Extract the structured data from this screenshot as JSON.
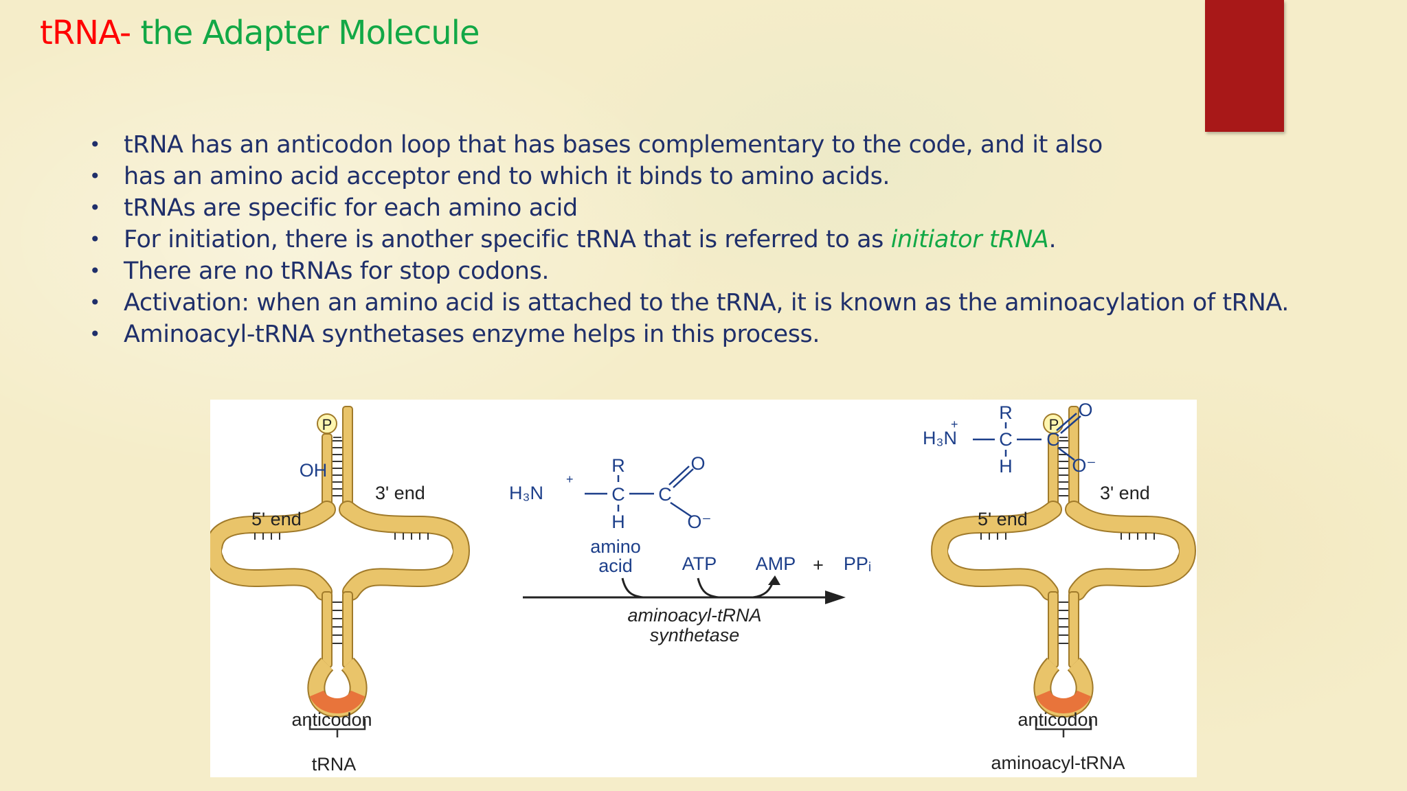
{
  "slide": {
    "title_part1": "tRNA-",
    "title_part2": " the Adapter Molecule",
    "bullet_glyph": "•",
    "bullets": [
      "tRNA has an anticodon loop that has bases complementary to  the code, and it also",
      " has an amino acid acceptor  end to which it binds to amino acids.",
      " tRNAs are specific for each amino acid",
      "For initiation, there is another specific tRNA that is referred to as ",
      "There are no tRNAs for stop codons.",
      "Activation: when an amino acid is attached to the tRNA, it is known as the aminoacylation of tRNA.",
      "Aminoacyl-tRNA synthetases enzyme helps in this process."
    ],
    "bullet4_highlight": "initiator tRNA",
    "bullet4_tail": ".",
    "colors": {
      "title_red": "#ff0000",
      "title_green": "#12a846",
      "text": "#1f2f6a",
      "tab": "#a81818"
    }
  },
  "figure": {
    "left": {
      "oh": "OH",
      "p": "P",
      "three_end": "3' end",
      "five_end": "5' end",
      "anticodon": "anticodon",
      "caption": "tRNA"
    },
    "middle": {
      "h3n": "H₃N",
      "plus": "+",
      "r": "R",
      "c": "C",
      "h": "H",
      "o": "O",
      "o_minus": "O⁻",
      "amino": "amino",
      "acid": "acid",
      "atp": "ATP",
      "amp": "AMP",
      "plus_sign": "+",
      "ppi": "PPᵢ",
      "enzyme_line1": "aminoacyl-tRNA",
      "enzyme_line2": "synthetase"
    },
    "right": {
      "h3n": "H₃N",
      "plus": "+",
      "r": "R",
      "c": "C",
      "h": "H",
      "o": "O",
      "o_minus": "O⁻",
      "p": "P",
      "three_end": "3' end",
      "five_end": "5' end",
      "anticodon": "anticodon",
      "caption": "aminoacyl-tRNA"
    },
    "colors": {
      "trna_fill": "#e9c46a",
      "trna_stroke": "#a07a2a",
      "anticodon": "#e8743b",
      "chem": "#1d3f8a"
    }
  }
}
